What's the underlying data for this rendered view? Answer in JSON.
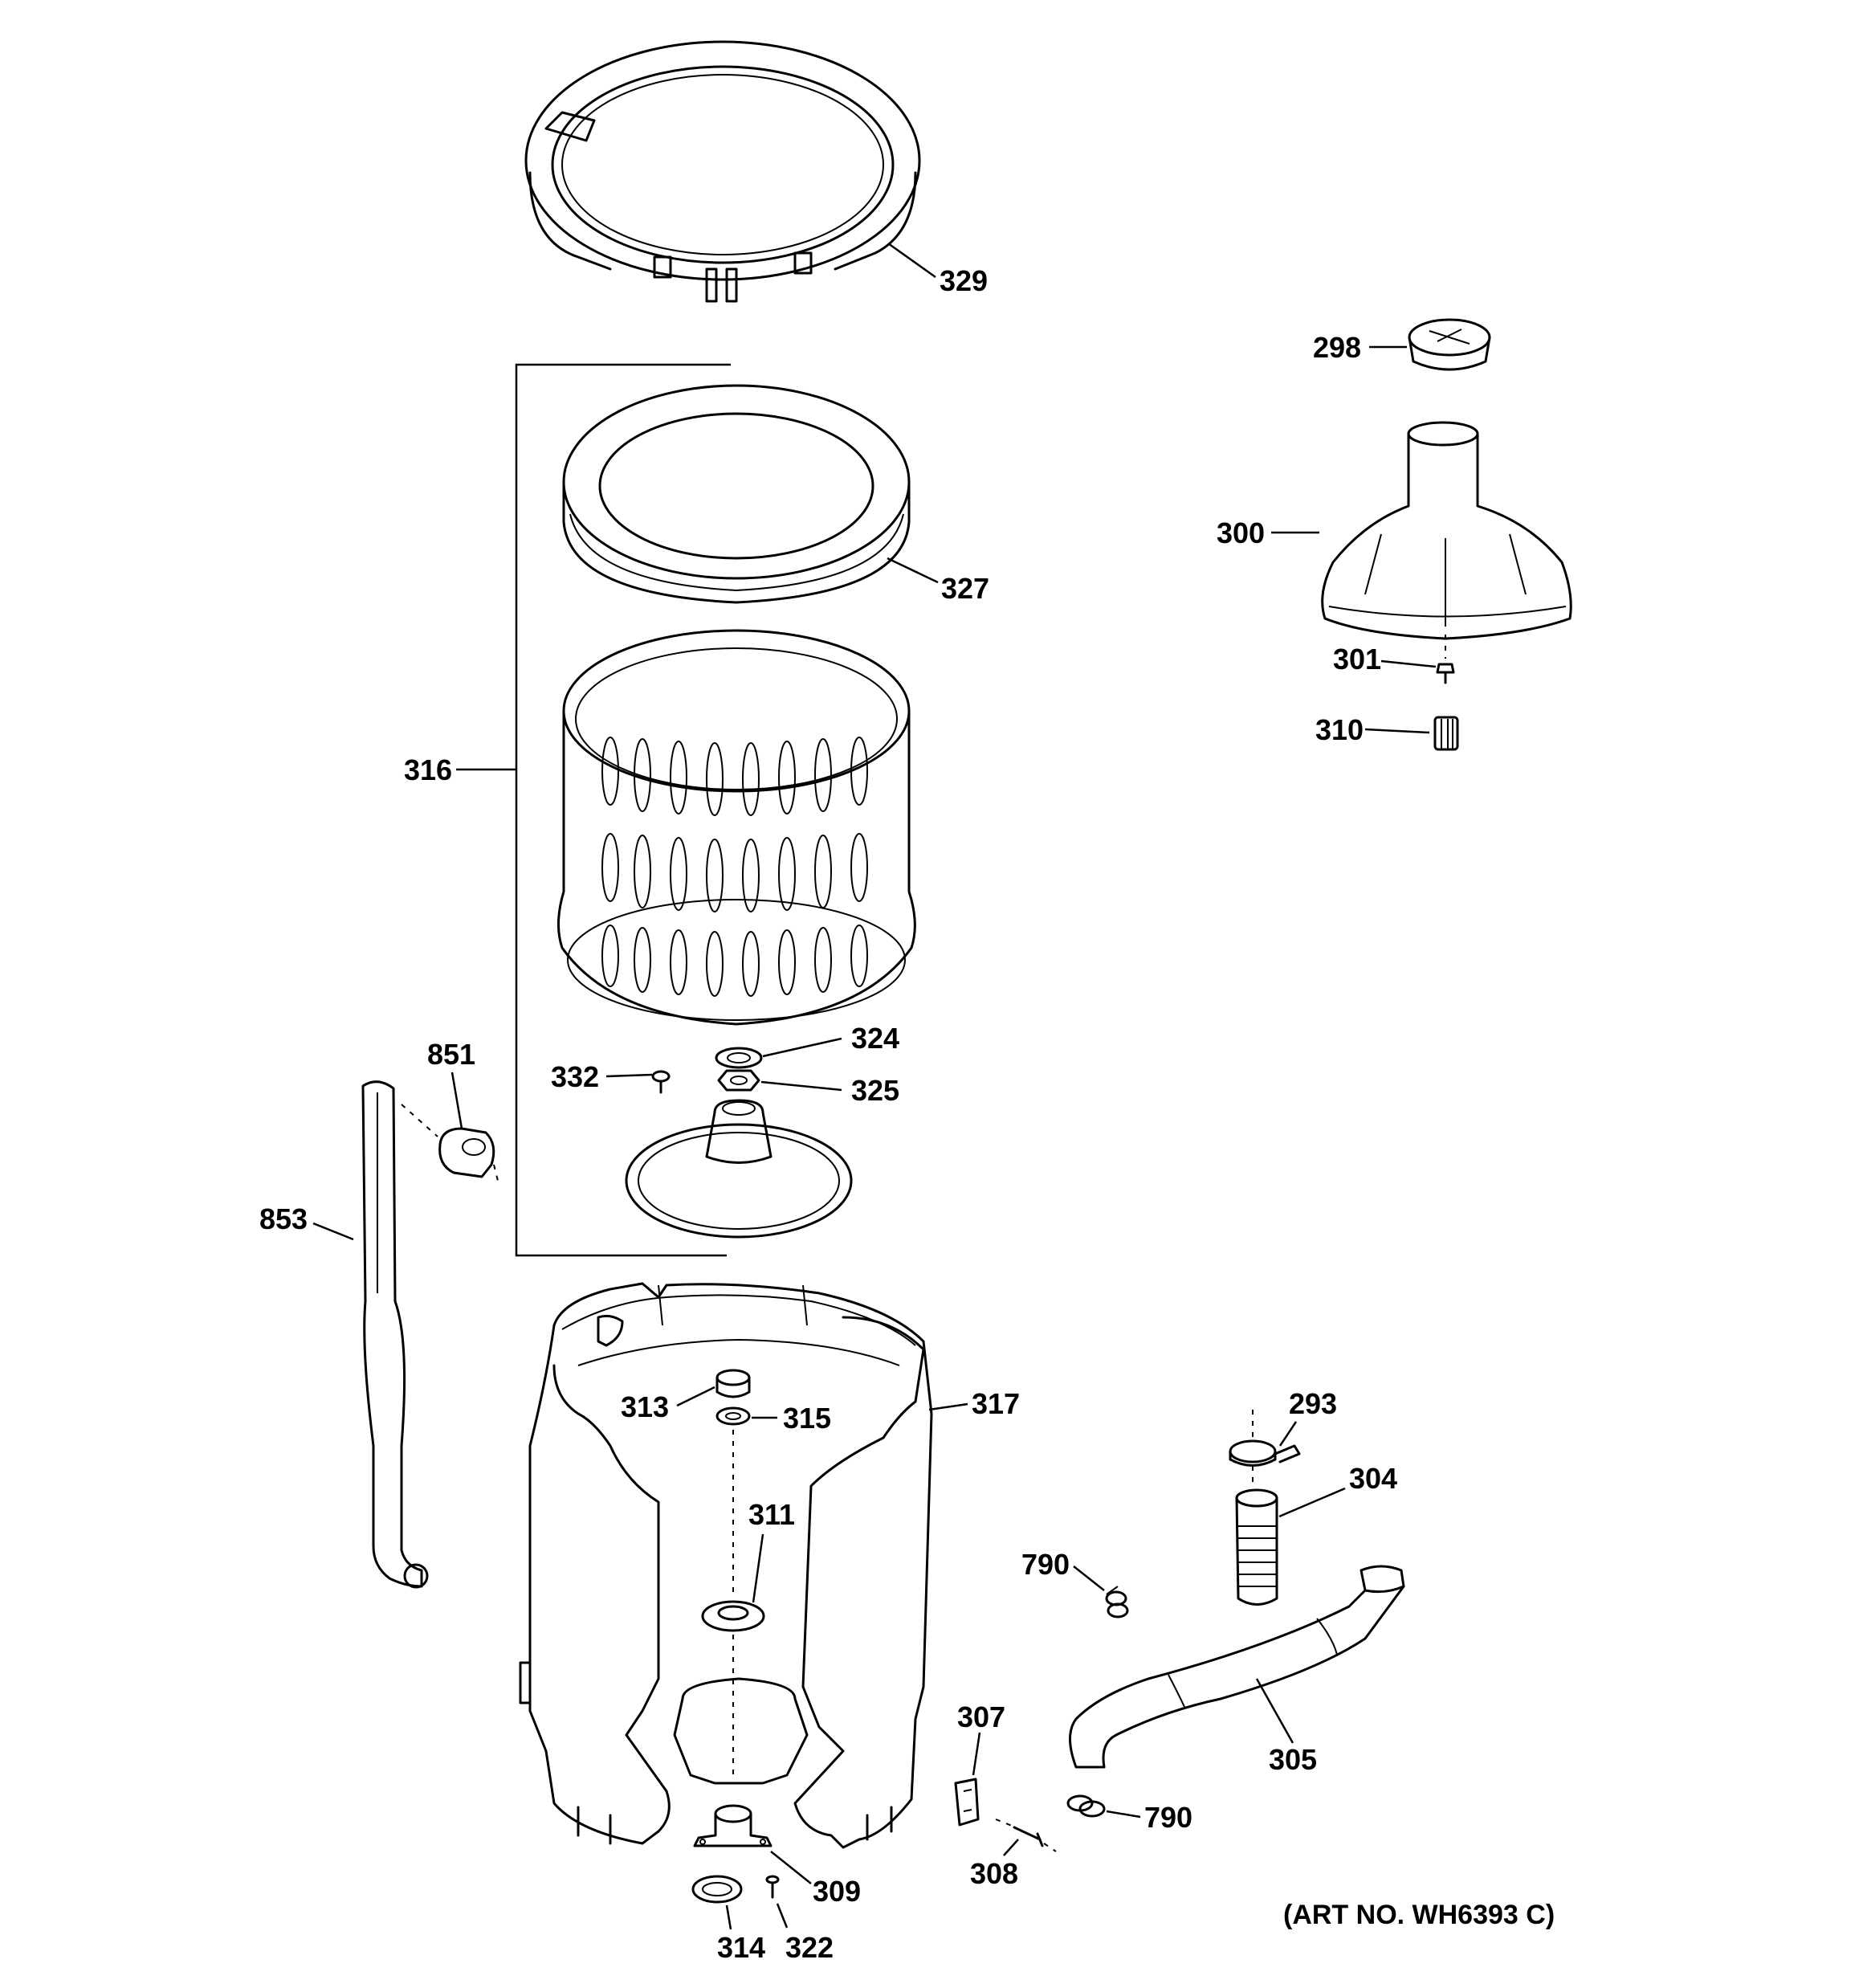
{
  "callouts": {
    "c329": "329",
    "c298": "298",
    "c300": "300",
    "c301": "301",
    "c310": "310",
    "c327": "327",
    "c316": "316",
    "c851": "851",
    "c324": "324",
    "c332": "332",
    "c325": "325",
    "c853": "853",
    "c313": "313",
    "c315": "315",
    "c317": "317",
    "c311": "311",
    "c293": "293",
    "c304": "304",
    "c790a": "790",
    "c790b": "790",
    "c307": "307",
    "c305": "305",
    "c308": "308",
    "c309": "309",
    "c314": "314",
    "c322": "322"
  },
  "art_number": "(ART NO. WH6393 C)"
}
